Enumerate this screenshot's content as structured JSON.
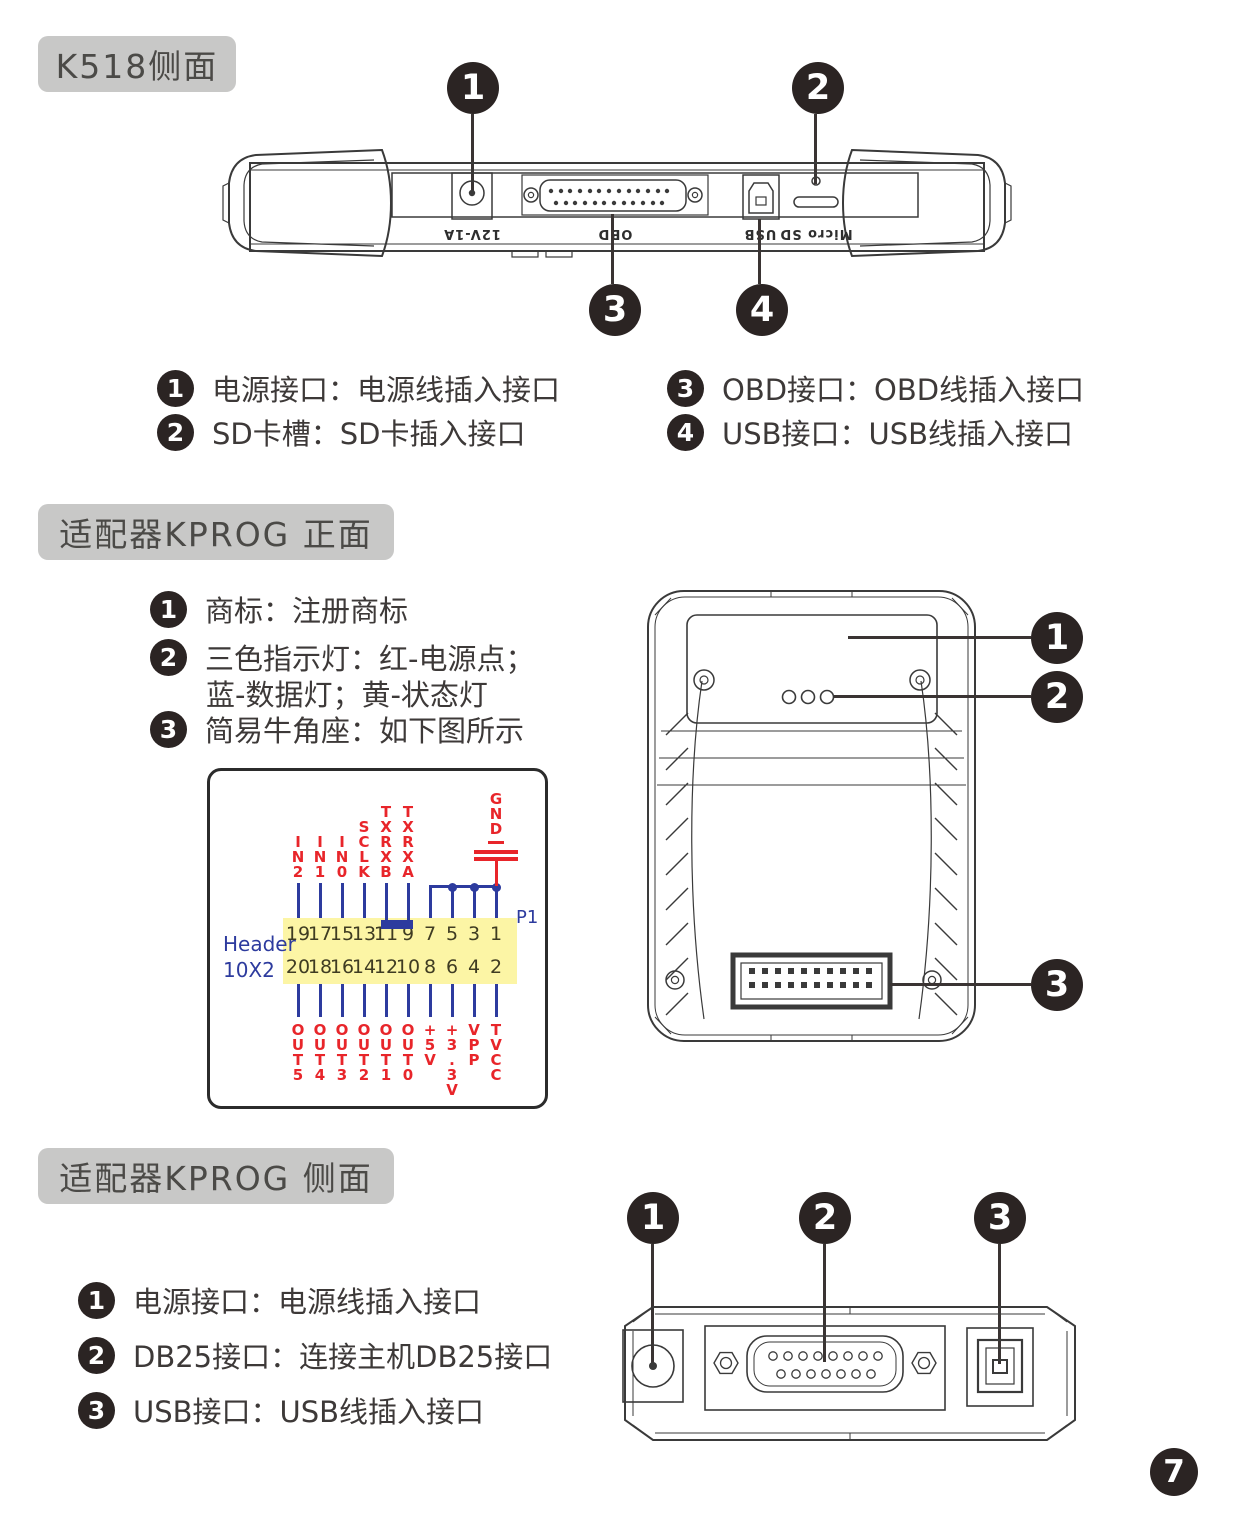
{
  "page": {
    "number": "7"
  },
  "colors": {
    "callout_bg": "#2b2423",
    "header_bg": "#c8c8c7",
    "wire_blue": "#2d3b9e",
    "signal_red": "#e8252a",
    "band_yellow": "#fcf5a5"
  },
  "sections": [
    {
      "title": "K518侧面",
      "callouts": [
        "1",
        "2",
        "3",
        "4"
      ],
      "port_labels": [
        "12V-1A",
        "OBD",
        "USB",
        "Micro SD"
      ],
      "legend": [
        {
          "num": "1",
          "text": "电源接口：电源线插入接口"
        },
        {
          "num": "2",
          "text": "SD卡槽：SD卡插入接口"
        },
        {
          "num": "3",
          "text": "OBD接口：OBD线插入接口"
        },
        {
          "num": "4",
          "text": "USB接口：USB线插入接口"
        }
      ]
    },
    {
      "title": "适配器KPROG 正面",
      "callouts": [
        "1",
        "2",
        "3"
      ],
      "legend": [
        {
          "num": "1",
          "text": "商标：注册商标"
        },
        {
          "num": "2",
          "text": "三色指示灯：红-电源点；",
          "text2": "蓝-数据灯；黄-状态灯"
        },
        {
          "num": "3",
          "text": "简易牛角座：如下图所示"
        }
      ]
    },
    {
      "title": "适配器KPROG 侧面",
      "callouts": [
        "1",
        "2",
        "3"
      ],
      "legend": [
        {
          "num": "1",
          "text": "电源接口：电源线插入接口"
        },
        {
          "num": "2",
          "text": "DB25接口：连接主机DB25接口"
        },
        {
          "num": "3",
          "text": "USB接口：USB线插入接口"
        }
      ]
    }
  ],
  "pin_diagram": {
    "connector_label": "P1",
    "header_label_line1": "Header",
    "header_label_line2": "10X2",
    "top_pins": [
      "19",
      "17",
      "15",
      "13",
      "11",
      "9",
      "7",
      "5",
      "3",
      "1"
    ],
    "bottom_pins": [
      "20",
      "18",
      "16",
      "14",
      "12",
      "10",
      "8",
      "6",
      "4",
      "2"
    ],
    "top_signals": [
      "IN2",
      "IN1",
      "IN0",
      "SCLK",
      "TXRXB",
      "TXRXA"
    ],
    "ground_signal": "GND",
    "bottom_signals": [
      "OUT5",
      "OUT4",
      "OUT3",
      "OUT2",
      "OUT1",
      "OUT0",
      "+5V",
      "+3.3V",
      "VPP",
      "TVCC"
    ]
  }
}
